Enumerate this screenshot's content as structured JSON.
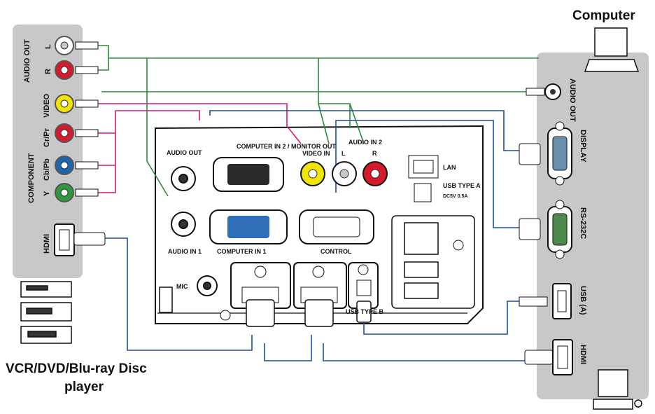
{
  "titles": {
    "computer": "Computer",
    "player_line1": "VCR/DVD/Blu-ray Disc",
    "player_line2": "player"
  },
  "left_panel": {
    "audio_out": "AUDIO OUT",
    "l": "L",
    "r": "R",
    "video": "VIDEO",
    "component": "COMPONENT",
    "cr_pr": "Cr/Pr",
    "cb_pb": "Cb/Pb",
    "y": "Y",
    "hdmi": "HDMI"
  },
  "right_panel": {
    "audio_out": "AUDIO OUT",
    "display": "DISPLAY",
    "rs232c": "RS-232C",
    "usb_a": "USB (A)",
    "hdmi": "HDMI"
  },
  "projector": {
    "audio_out": "AUDIO OUT",
    "computer_in_2": "COMPUTER IN 2 / MONITOR OUT",
    "video_in": "VIDEO IN",
    "audio_in_2": "AUDIO IN 2",
    "l": "L",
    "r": "R",
    "lan": "LAN",
    "usb_type_a": "USB TYPE A",
    "dc5v": "DC5V 0.5A",
    "audio_in_1": "AUDIO IN 1",
    "computer_in_1": "COMPUTER IN 1",
    "control": "CONTROL",
    "mic": "MIC",
    "usb_type_b": "USB TYPE B"
  },
  "colors": {
    "panel": "#c8c8c8",
    "green_wire": "#2e8b3c",
    "blue_wire": "#1c4f9c",
    "magenta_wire": "#d61b7d",
    "rca_white": "#ffffff",
    "rca_red": "#d7192b",
    "rca_yellow": "#f2e600",
    "rca_blue": "#1f64b0",
    "rca_green": "#2e9a3e"
  }
}
